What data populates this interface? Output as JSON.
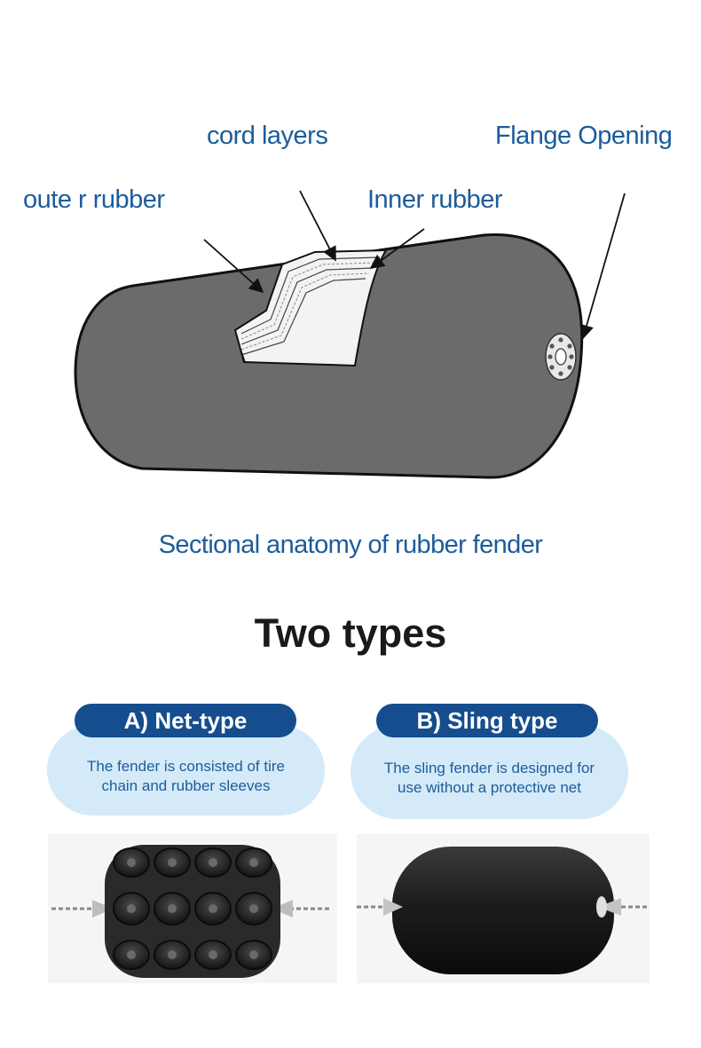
{
  "labels": {
    "cord_layers": "cord layers",
    "flange_opening": "Flange Opening",
    "outer_rubber": "oute r rubber",
    "inner_rubber": "Inner rubber"
  },
  "caption": "Sectional anatomy of rubber fender",
  "heading": "Two types",
  "types": [
    {
      "title": "A)  Net-type",
      "desc_line1": "The fender is consisted of tire",
      "desc_line2": "chain and  rubber sleeves"
    },
    {
      "title": "B)  Sling type",
      "desc_line1": "The sling fender is designed for",
      "desc_line2": "use without a protective net"
    }
  ],
  "colors": {
    "label_blue": "#1d5c9b",
    "pill_blue": "#154d8e",
    "bubble_blue": "#d4eaf8",
    "fender_grey": "#6b6b6b"
  },
  "icons": [
    "fender-cutaway-illustration",
    "net-type-fender-photo",
    "sling-type-fender-photo"
  ]
}
